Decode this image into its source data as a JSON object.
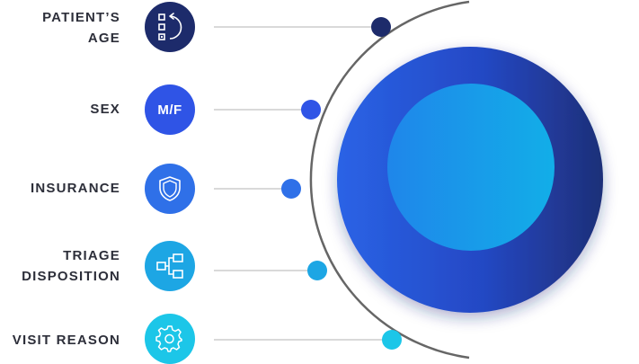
{
  "factors": [
    {
      "id": "age",
      "lines": [
        "PATIENT’S",
        "AGE"
      ],
      "icon": "checklist-cycle-icon",
      "color": "#1d2b6b"
    },
    {
      "id": "sex",
      "lines": [
        "SEX"
      ],
      "icon": "mf-text-icon",
      "icon_text": "M/F",
      "color": "#2f54e6"
    },
    {
      "id": "insurance",
      "lines": [
        "INSURANCE"
      ],
      "icon": "shield-icon",
      "color": "#2f70e8"
    },
    {
      "id": "triage",
      "lines": [
        "TRIAGE",
        "DISPOSITION"
      ],
      "icon": "flowchart-icon",
      "color": "#1da6e4"
    },
    {
      "id": "visit",
      "lines": [
        "VISIT REASON"
      ],
      "icon": "gear-icon",
      "color": "#1cc6e8"
    }
  ],
  "colors": {
    "connector": "#d9d9d9",
    "arc": "#666666",
    "outer_circle_start": "#2a63e6",
    "outer_circle_end": "#1e2f78",
    "inner_circle_start": "#1e8ee8",
    "inner_circle_end": "#14a9e8"
  }
}
